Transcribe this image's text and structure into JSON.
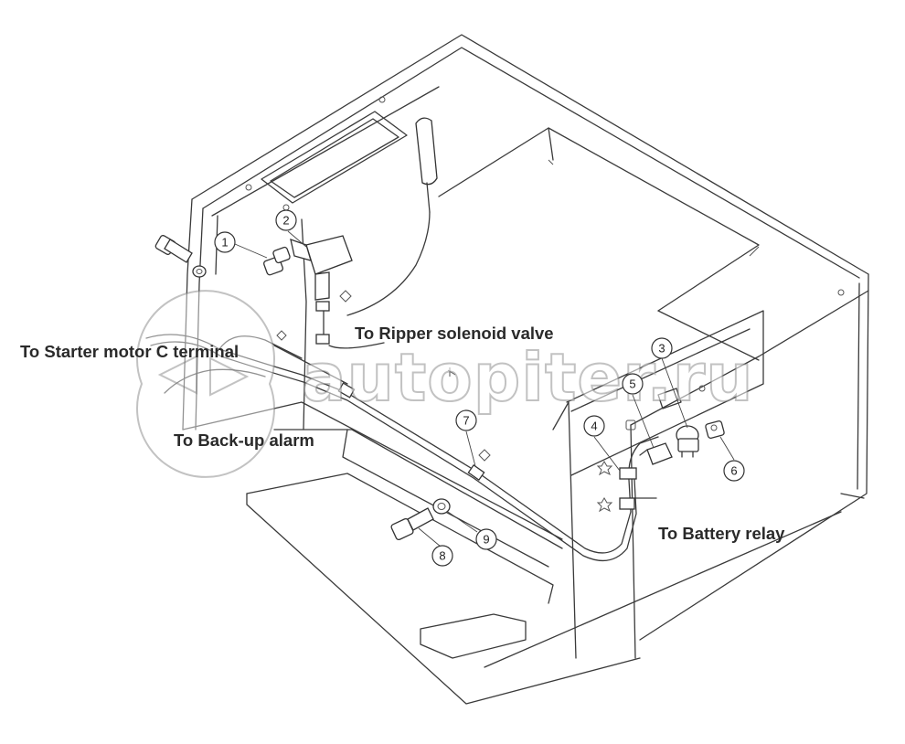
{
  "labels": {
    "ripper": "To Ripper solenoid valve",
    "starter": "To Starter motor C terminal",
    "backup": "To Back-up alarm",
    "battery": "To Battery relay"
  },
  "callouts": {
    "c1": "1",
    "c2": "2",
    "c3": "3",
    "c4": "4",
    "c5": "5",
    "c6": "6",
    "c7": "7",
    "c8": "8",
    "c9": "9"
  },
  "watermark": {
    "text": "autopiter.ru"
  }
}
